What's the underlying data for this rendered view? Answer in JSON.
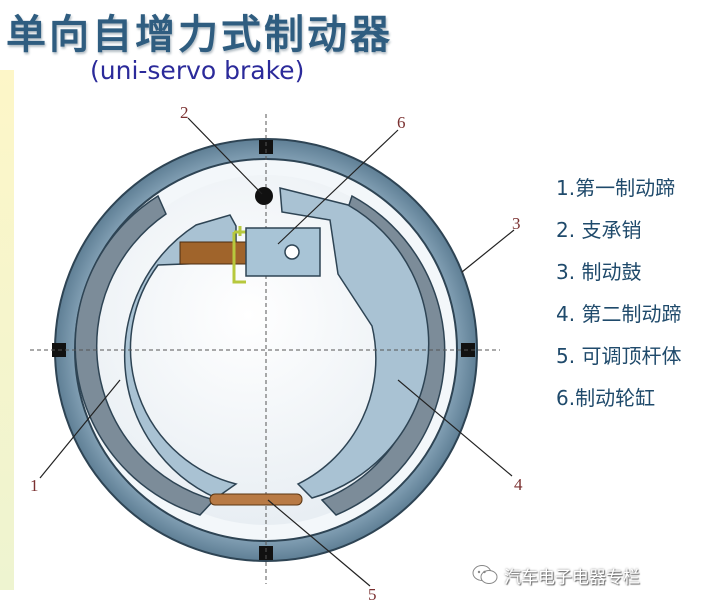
{
  "header": {
    "title": "单向自增力式制动器",
    "subtitle": "(uni-servo brake)"
  },
  "diagram": {
    "callouts": [
      "2",
      "6",
      "3",
      "1",
      "4",
      "5"
    ],
    "colors": {
      "drum": "#7d9bb0",
      "drum_edge": "#2e4454",
      "shoe": "#a9c2d3",
      "lining": "#7c8c99",
      "pin": "#111111",
      "wheel_cylinder": "#a8c4d6",
      "adjuster": "#b87a45",
      "piston": "#a0642b",
      "spring_clip": "#b7c83d",
      "dashed_axis": "#555555"
    }
  },
  "parts_list": [
    "1.第一制动蹄",
    "2. 支承销",
    "3. 制动鼓",
    "4. 第二制动蹄",
    "5. 可调顶杆体",
    "6.制动轮缸"
  ],
  "watermark": {
    "icon": "wechat-icon",
    "text": "汽车电子电器专栏"
  }
}
